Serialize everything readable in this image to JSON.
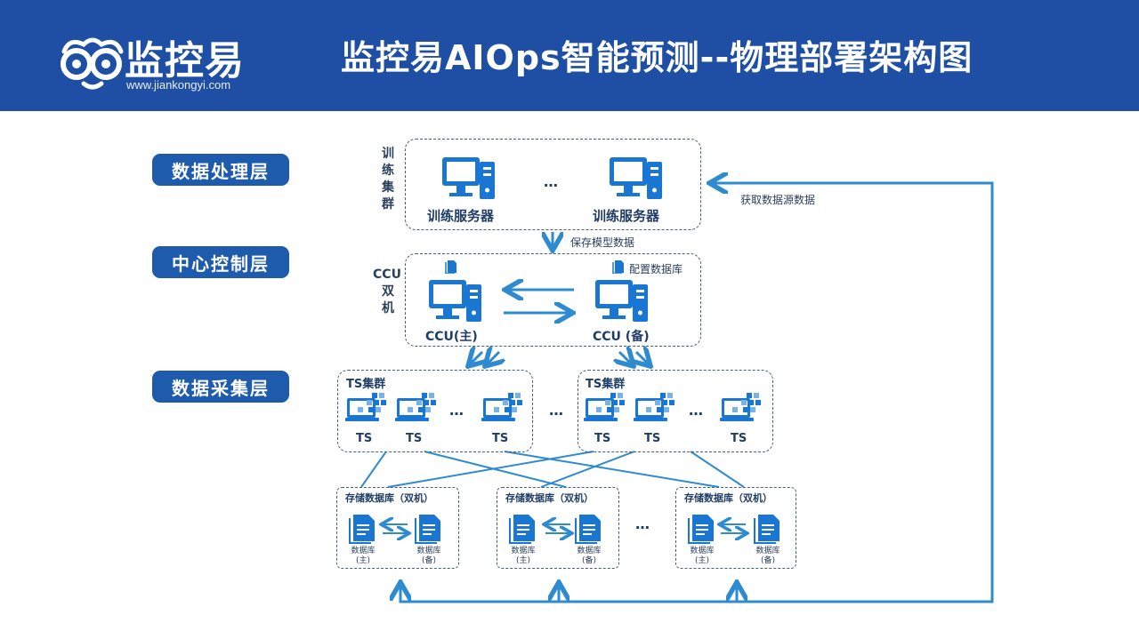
{
  "header": {
    "brand": "监控易",
    "brand_url": "www.jiankongyi.com",
    "title": "监控易AIOps智能预测--物理部署架构图",
    "bg_color": "#1e4fa4"
  },
  "layers": {
    "processing": "数据处理层",
    "control": "中心控制层",
    "collection": "数据采集层"
  },
  "training": {
    "vertical_label": "训练集群",
    "server_1": "训练服务器",
    "server_2": "训练服务器",
    "ellipsis": "…",
    "save_label": "保存模型数据",
    "fetch_label": "获取数据源数据"
  },
  "ccu": {
    "vertical_label_top": "CCU",
    "vertical_label_bottom": "双机",
    "primary": "CCU(主)",
    "backup": "CCU (备)",
    "config_db": "配置数据库"
  },
  "ts_clusters": [
    {
      "label": "TS集群",
      "nodes": [
        "TS",
        "TS",
        "TS"
      ],
      "ellipsis": "…"
    },
    {
      "label": "TS集群",
      "nodes": [
        "TS",
        "TS",
        "TS"
      ],
      "ellipsis": "…"
    }
  ],
  "ts_between_ellipsis": "…",
  "storage": [
    {
      "label": "存储数据库（双机）",
      "db_primary": "数据库\n(主)",
      "db_backup": "数据库\n(备)"
    },
    {
      "label": "存储数据库（双机）",
      "db_primary": "数据库\n(主)",
      "db_backup": "数据库\n(备)"
    },
    {
      "label": "存储数据库（双机）",
      "db_primary": "数据库\n(主)",
      "db_backup": "数据库\n(备)"
    }
  ],
  "storage_ellipsis": "…",
  "colors": {
    "accent": "#1e5bad",
    "line": "#2e8bd0",
    "icon": "#1976d2"
  }
}
